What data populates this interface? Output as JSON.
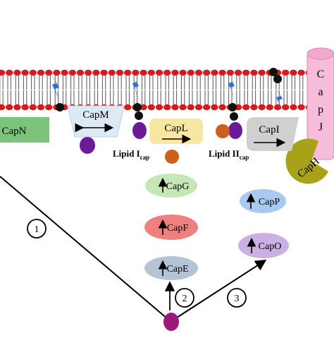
{
  "labels": {
    "capN": "CapN",
    "capM": "CapM",
    "capL": "CapL",
    "capI": "CapI",
    "capJ": [
      "C",
      "a",
      "p",
      "J"
    ],
    "capH": "CapH",
    "capG": "CapG",
    "capF": "CapF",
    "capE": "CapE",
    "capP": "CapP",
    "capO": "CapO",
    "lipid1_main": "Lipid I",
    "lipid1_sub": "cap",
    "lipid2_main": "Lipid II",
    "lipid2_sub": "cap",
    "step1": "1",
    "step2": "2",
    "step3": "3"
  },
  "colors": {
    "membrane_head": "#d7191c",
    "membrane_tail": "#555555",
    "capN": "#7cc47c",
    "capM": "#dde9f4",
    "capL": "#f7e7a3",
    "capI": "#d0d0d0",
    "capJ": "#f7bcd9",
    "capH": "#a8a21a",
    "capG": "#c6e7b5",
    "capF": "#f08080",
    "capE": "#b4c4d6",
    "capP": "#a9c9f0",
    "capO": "#cbb1e3",
    "purple_sugar": "#6a1b9a",
    "orange_sugar": "#cc5f1a",
    "magenta_sugar": "#9b1b7c",
    "lipid_carrier": "#2f6fd6"
  },
  "icons": [
    "membrane-bilayer",
    "lipid-carrier-bolt",
    "sugar-circle",
    "arrow-up",
    "double-arrow",
    "arrow-right",
    "pacman-enzyme"
  ]
}
